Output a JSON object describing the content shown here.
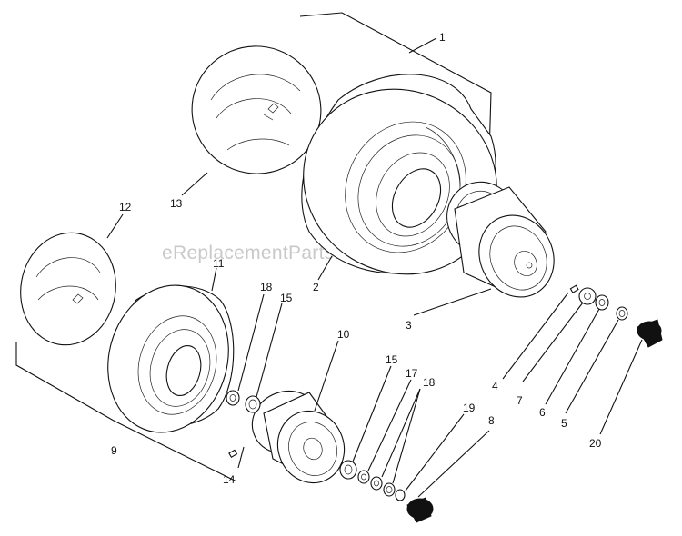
{
  "watermark": "eReplacementParts.com",
  "callouts": [
    {
      "id": "1",
      "label": "1"
    },
    {
      "id": "2",
      "label": "2"
    },
    {
      "id": "3",
      "label": "3"
    },
    {
      "id": "4",
      "label": "4"
    },
    {
      "id": "5",
      "label": "5"
    },
    {
      "id": "6",
      "label": "6"
    },
    {
      "id": "7",
      "label": "7"
    },
    {
      "id": "8",
      "label": "8"
    },
    {
      "id": "9",
      "label": "9"
    },
    {
      "id": "10",
      "label": "10"
    },
    {
      "id": "11",
      "label": "11"
    },
    {
      "id": "12",
      "label": "12"
    },
    {
      "id": "13",
      "label": "13"
    },
    {
      "id": "14",
      "label": "14"
    },
    {
      "id": "15a",
      "label": "15"
    },
    {
      "id": "15b",
      "label": "15"
    },
    {
      "id": "17",
      "label": "17"
    },
    {
      "id": "18a",
      "label": "18"
    },
    {
      "id": "18b",
      "label": "18"
    },
    {
      "id": "19",
      "label": "19"
    },
    {
      "id": "20",
      "label": "20"
    }
  ]
}
